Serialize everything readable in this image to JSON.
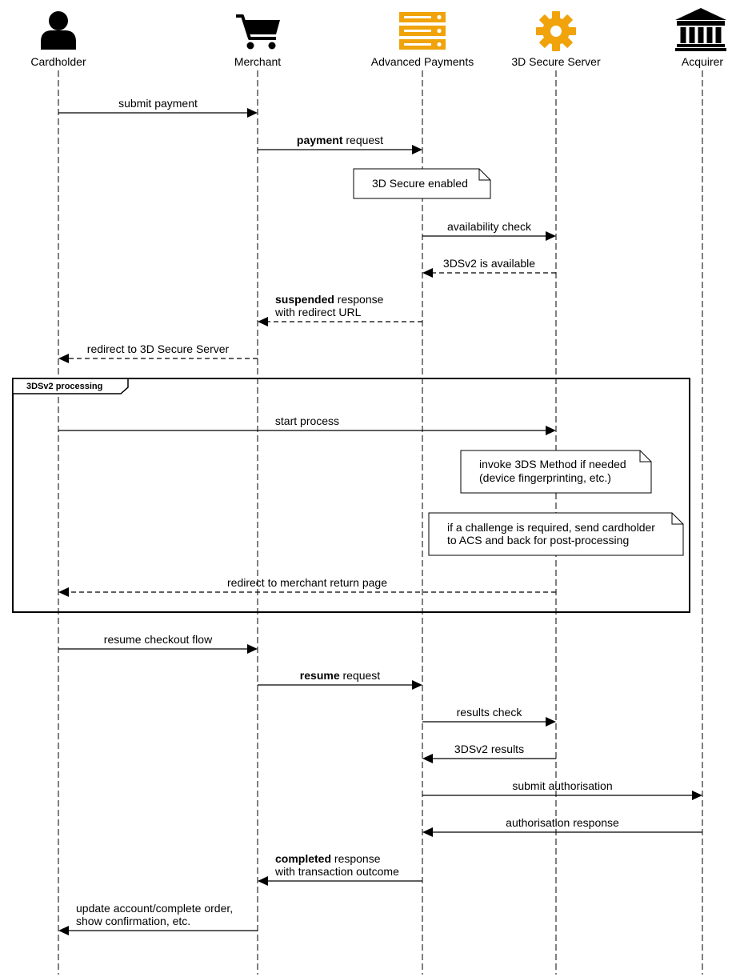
{
  "colors": {
    "accent": "#f0a30a",
    "line": "#000000",
    "background": "#ffffff"
  },
  "participants": [
    {
      "name": "Cardholder",
      "icon": "user-icon",
      "color": "#000000"
    },
    {
      "name": "Merchant",
      "icon": "shopping-cart-icon",
      "color": "#000000"
    },
    {
      "name": "Advanced Payments",
      "icon": "server-icon",
      "color": "#f0a30a"
    },
    {
      "name": "3D Secure Server",
      "icon": "gear-icon",
      "color": "#f0a30a"
    },
    {
      "name": "Acquirer",
      "icon": "bank-icon",
      "color": "#000000"
    }
  ],
  "messages": [
    {
      "from": 0,
      "to": 1,
      "style": "solid",
      "bold": "",
      "text": "submit payment",
      "line2": ""
    },
    {
      "from": 1,
      "to": 2,
      "style": "solid",
      "bold": "payment",
      "text": " request",
      "line2": ""
    },
    {
      "from": 2,
      "to": 3,
      "style": "solid",
      "bold": "",
      "text": "availability check",
      "line2": ""
    },
    {
      "from": 3,
      "to": 2,
      "style": "dashed",
      "bold": "",
      "text": "3DSv2 is available",
      "line2": ""
    },
    {
      "from": 2,
      "to": 1,
      "style": "dashed",
      "bold": "suspended",
      "text": " response",
      "line2": "with redirect URL"
    },
    {
      "from": 1,
      "to": 0,
      "style": "dashed",
      "bold": "",
      "text": "redirect to 3D Secure Server",
      "line2": ""
    },
    {
      "from": 0,
      "to": 3,
      "style": "solid",
      "bold": "",
      "text": "start process",
      "line2": ""
    },
    {
      "from": 3,
      "to": 0,
      "style": "dashed",
      "bold": "",
      "text": "redirect to merchant return page",
      "line2": ""
    },
    {
      "from": 0,
      "to": 1,
      "style": "solid",
      "bold": "",
      "text": "resume checkout flow",
      "line2": ""
    },
    {
      "from": 1,
      "to": 2,
      "style": "solid",
      "bold": "resume",
      "text": " request",
      "line2": ""
    },
    {
      "from": 2,
      "to": 3,
      "style": "solid",
      "bold": "",
      "text": "results check",
      "line2": ""
    },
    {
      "from": 3,
      "to": 2,
      "style": "solid",
      "bold": "",
      "text": "3DSv2 results",
      "line2": ""
    },
    {
      "from": 2,
      "to": 4,
      "style": "solid",
      "bold": "",
      "text": "submit authorisation",
      "line2": ""
    },
    {
      "from": 4,
      "to": 2,
      "style": "solid",
      "bold": "",
      "text": "authorisation response",
      "line2": ""
    },
    {
      "from": 2,
      "to": 1,
      "style": "solid",
      "bold": "completed",
      "text": " response",
      "line2": "with transaction outcome"
    },
    {
      "from": 1,
      "to": 0,
      "style": "solid",
      "bold": "",
      "text": "update account/complete order,",
      "line2": " show confirmation, etc."
    }
  ],
  "notes": [
    {
      "line1": "3D Secure enabled",
      "line2": ""
    },
    {
      "line1": "invoke 3DS Method if needed",
      "line2": "(device fingerprinting, etc.)"
    },
    {
      "line1": "if a challenge is required, send cardholder",
      "line2": "to ACS and back for post-processing"
    }
  ],
  "frame": {
    "label": "3DSv2 processing"
  }
}
